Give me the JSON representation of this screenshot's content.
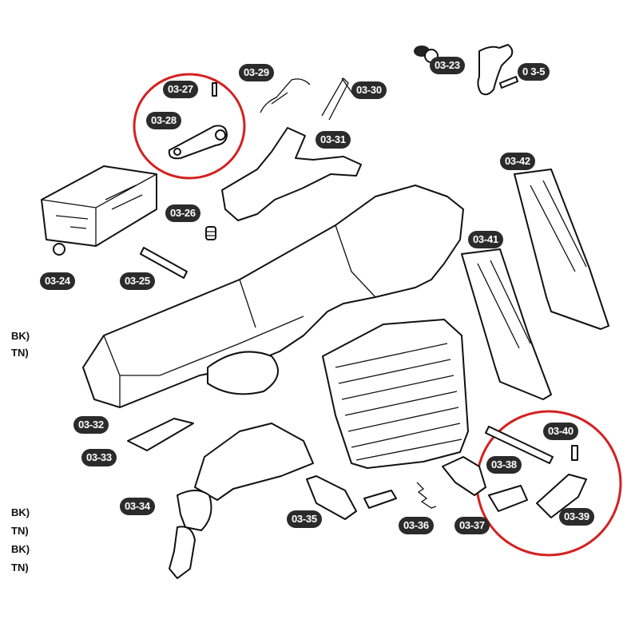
{
  "parts": [
    {
      "id": "p2427",
      "label": "03-27",
      "icon": "pin"
    },
    {
      "id": "p0328",
      "label": "03-28",
      "icon": "lever"
    },
    {
      "id": "p0329",
      "label": "03-29",
      "icon": "spring-clip"
    },
    {
      "id": "p0330",
      "label": "03-30",
      "icon": "wire-spring"
    },
    {
      "id": "p0331",
      "label": "03-31",
      "icon": "trigger-bar"
    },
    {
      "id": "p0323",
      "label": "03-23",
      "icon": "round-knob"
    },
    {
      "id": "p035",
      "label": "0 3-5",
      "icon": "screw"
    },
    {
      "id": "p0324",
      "label": "03-24",
      "icon": "rail-block"
    },
    {
      "id": "p0326",
      "label": "03-26",
      "icon": "small-screw"
    },
    {
      "id": "p0325",
      "label": "03-25",
      "icon": "pin"
    },
    {
      "id": "p0342",
      "label": "03-42",
      "icon": "magazine"
    },
    {
      "id": "p0341",
      "label": "03-41",
      "icon": "magazine"
    },
    {
      "id": "p0332",
      "label": "03-32",
      "icon": "frame"
    },
    {
      "id": "p0333",
      "label": "03-33",
      "icon": "plate"
    },
    {
      "id": "p0334",
      "label": "03-34",
      "icon": "trigger"
    },
    {
      "id": "p0335",
      "label": "03-35",
      "icon": "plunger"
    },
    {
      "id": "p0336",
      "label": "03-36",
      "icon": "small-spring"
    },
    {
      "id": "p0337",
      "label": "03-37",
      "icon": "catch"
    },
    {
      "id": "p0338",
      "label": "03-38",
      "icon": "pin"
    },
    {
      "id": "p0339",
      "label": "03-39",
      "icon": "slide-stop"
    },
    {
      "id": "p0340",
      "label": "03-40",
      "icon": "spring"
    }
  ],
  "side_labels": [
    "BK)",
    "TN)",
    "BK)",
    "TN)",
    "BK)",
    "TN)"
  ],
  "highlight_color": "#d42020"
}
